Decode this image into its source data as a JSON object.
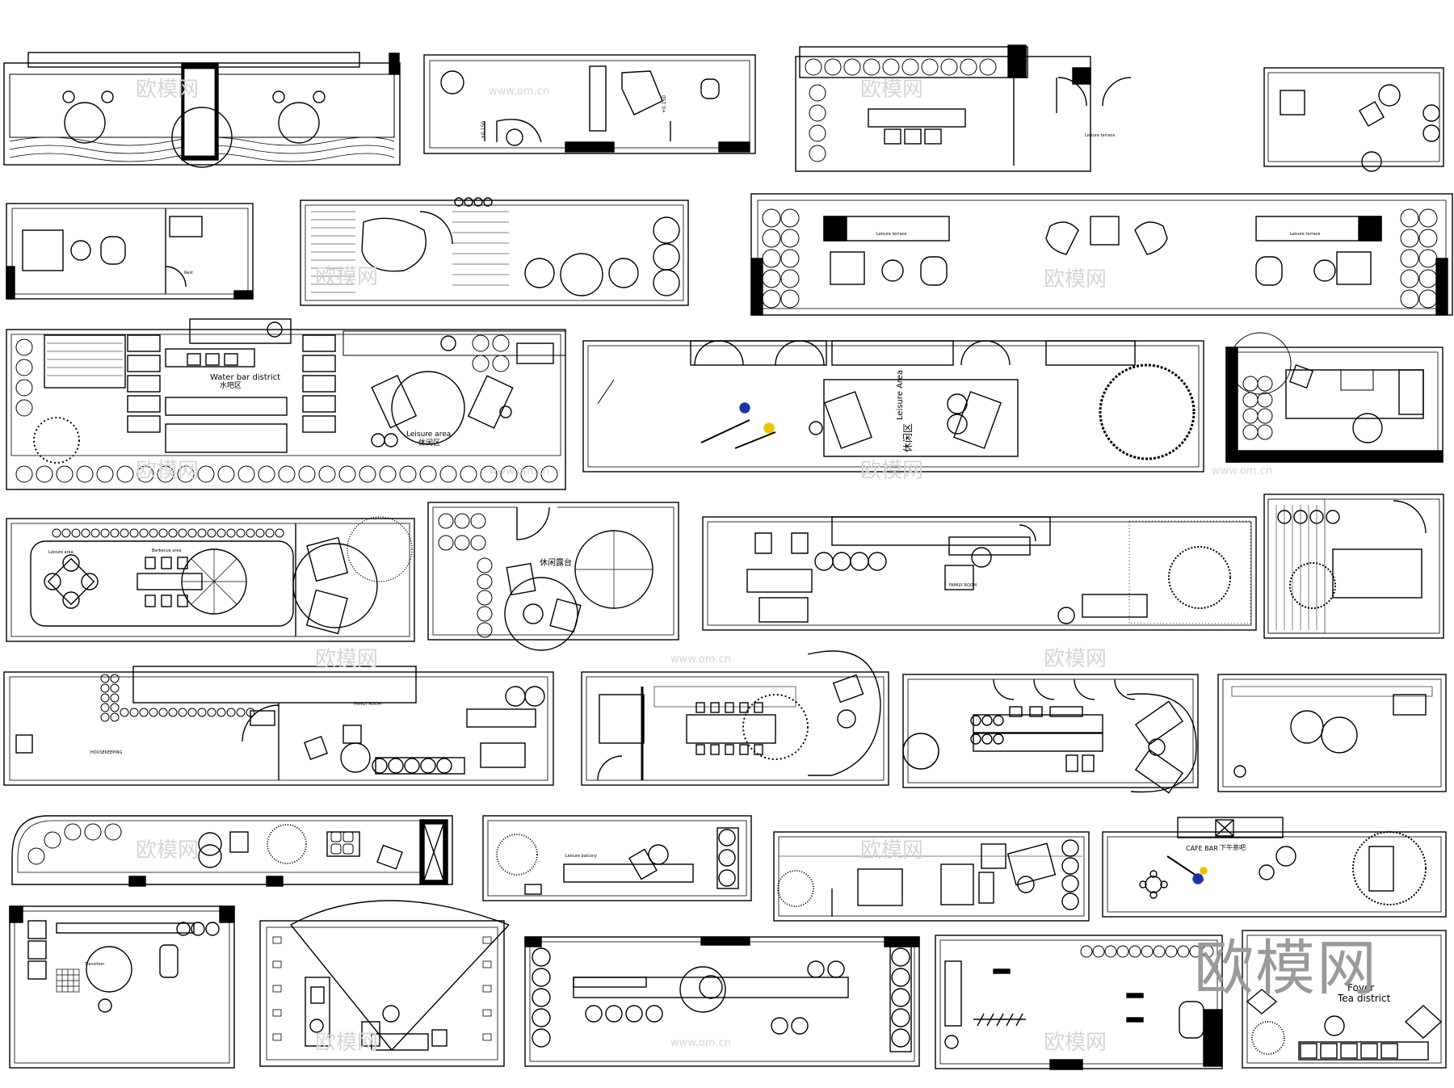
{
  "brand_watermark": "欧模网",
  "watermarks": [
    "欧模网",
    "www.om.cn"
  ],
  "labels": {
    "water_bar_district_en": "Water bar district",
    "water_bar_district_cn": "水吧区",
    "leisure_area_en": "Leisure area",
    "leisure_area_cn": "休闲区",
    "leisure_area_cap": "Leisure Area",
    "leisure_area_small": "Leisure area",
    "leisure_terrace": "Leisure terrace",
    "leisure_terrace_cn": "休闲露台",
    "leisure_balcony": "Leisure balcony",
    "barbecue_area": "Barbecue area",
    "family_room": "FAMILY ROOM",
    "housekeeping": "HOUSEKEEPING",
    "transition": "Transition",
    "cafe_bar": "CAFE BAR",
    "afternoon_tea_cn": "下午茶吧",
    "tea_district": "Tea district",
    "foyer": "Foyer",
    "height_150": "+0.150",
    "rest": "Rest"
  }
}
